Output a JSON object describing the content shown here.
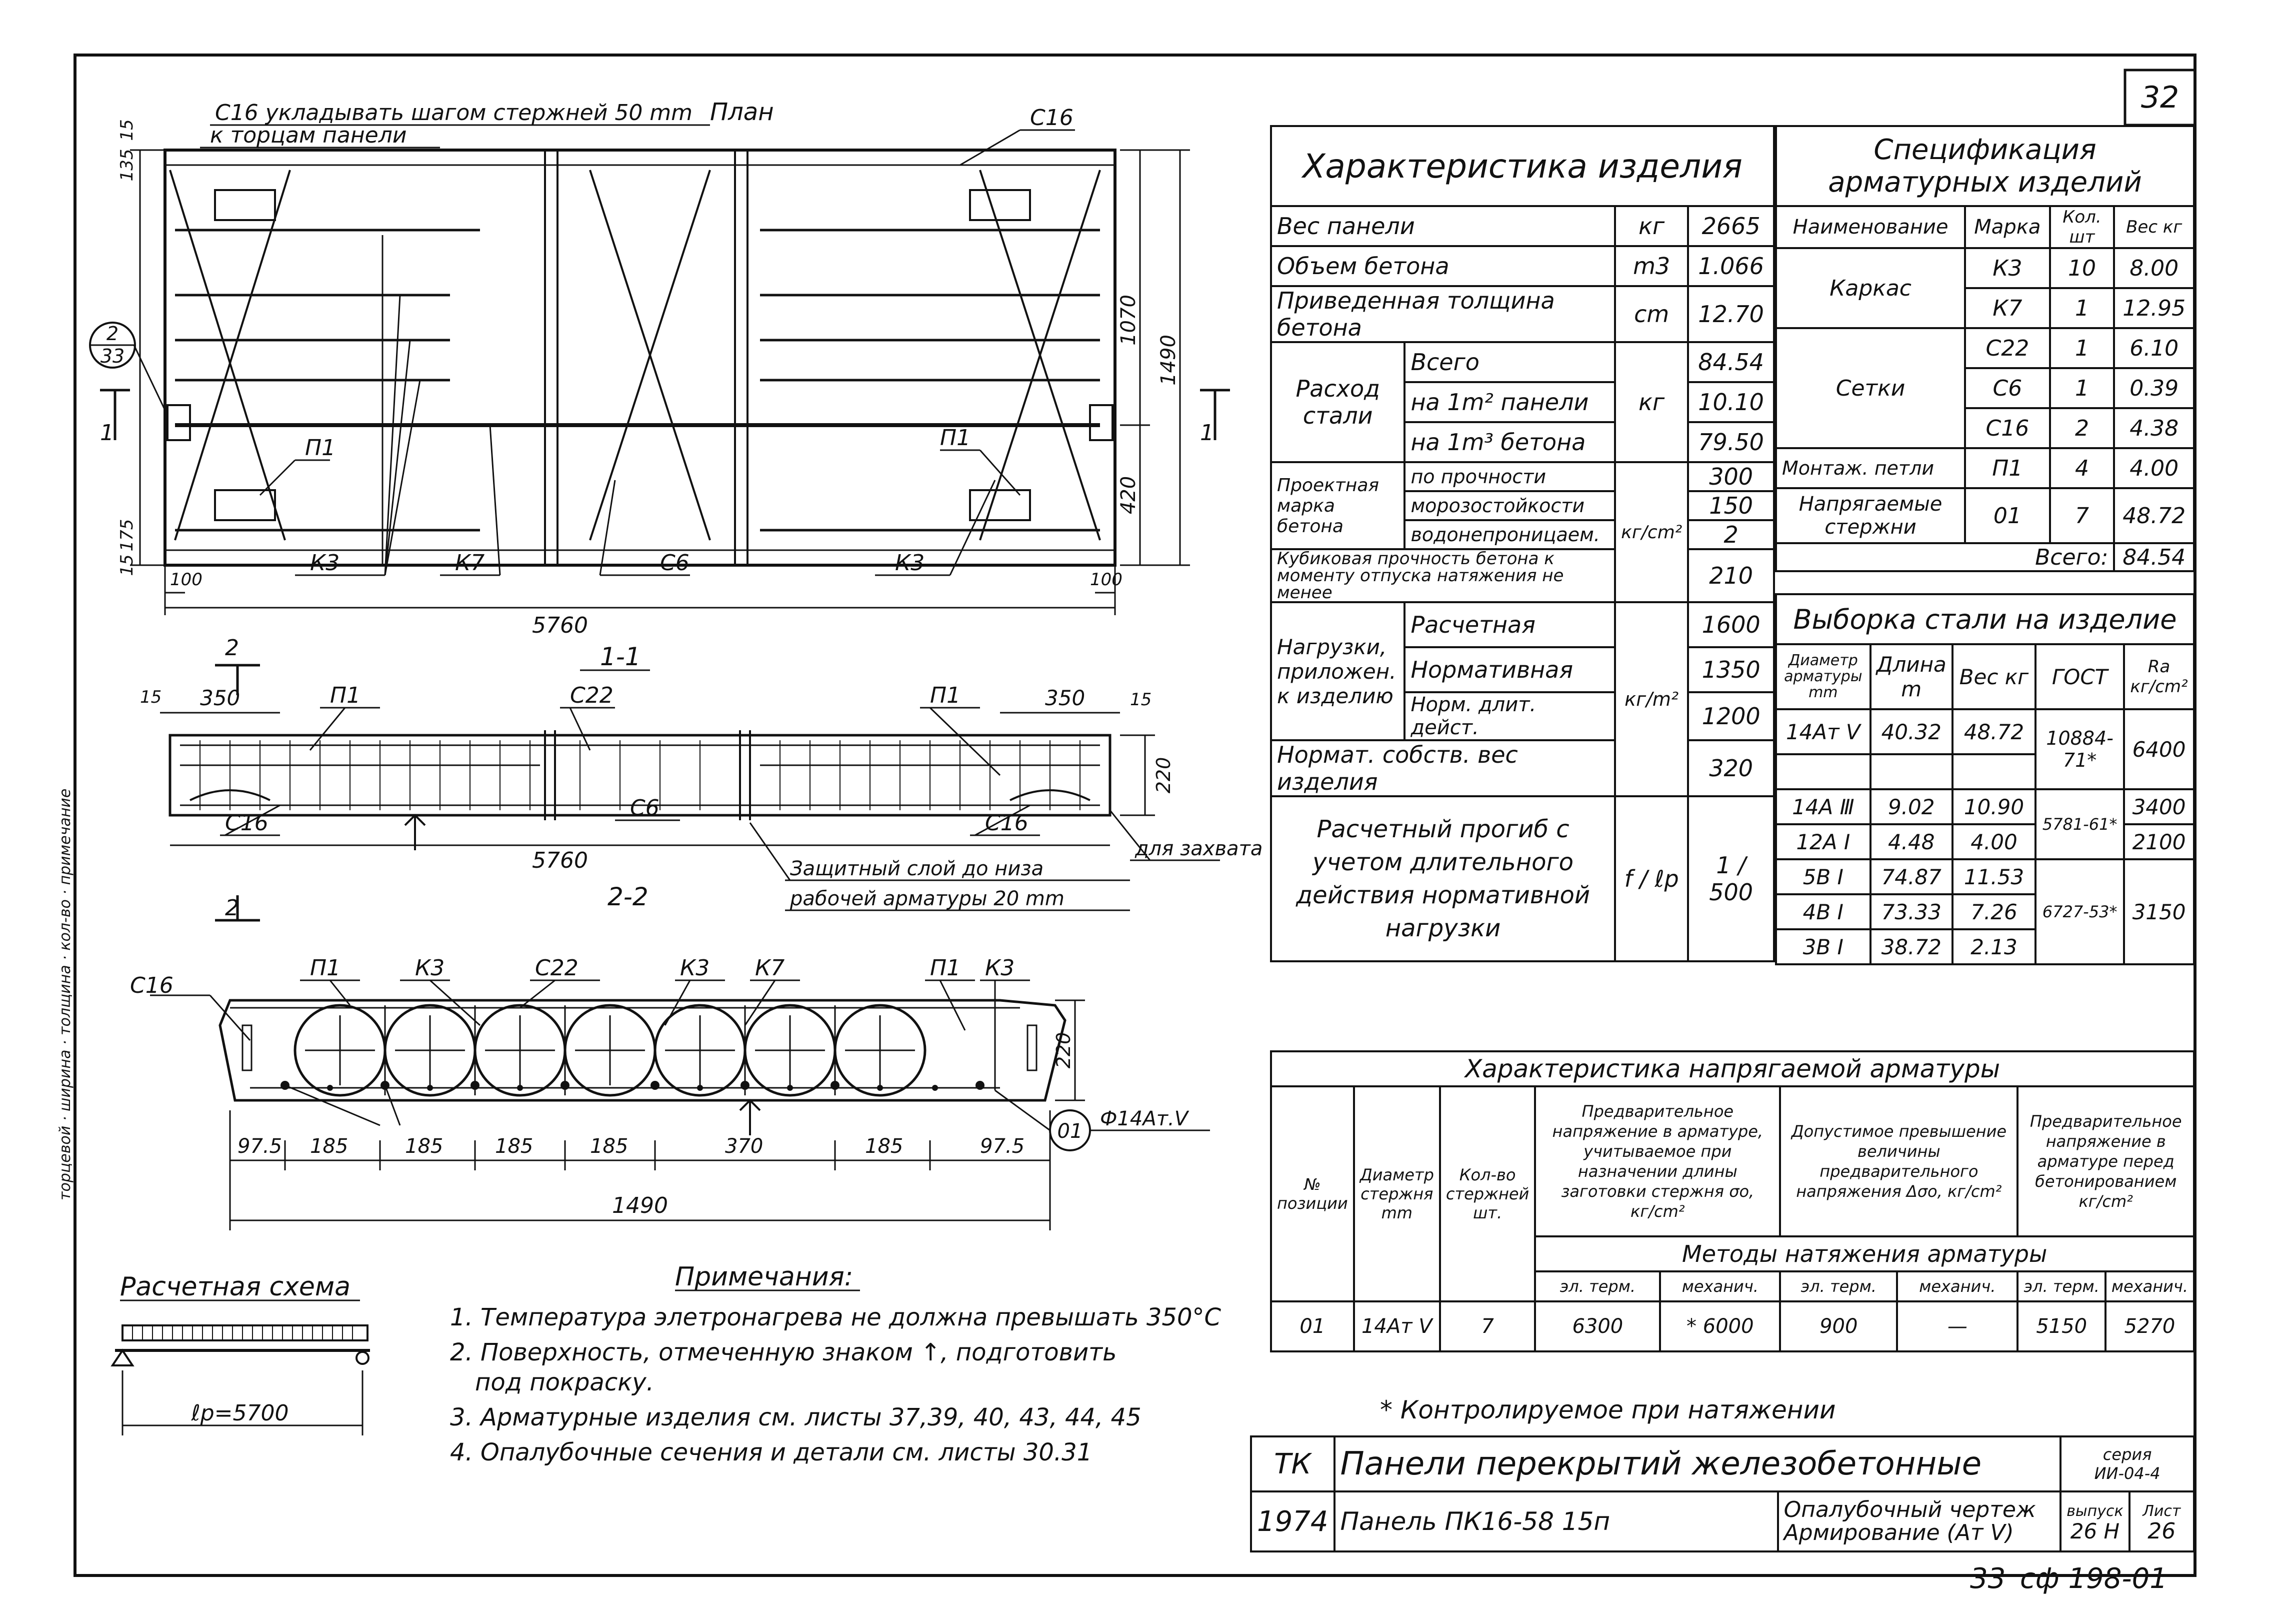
{
  "sheet_number": "32",
  "footer_numbers": {
    "left": "33",
    "right": "сф 198-01"
  },
  "plan": {
    "note_top": "С16 укладывать шагом стержней 50 mm",
    "note_top2": "к торцам панели",
    "title": "План",
    "labels": {
      "c16_top": "С16",
      "p1_left": "П1",
      "p1_right": "П1",
      "k3_left": "К3",
      "k7": "К7",
      "c6": "С6",
      "k3_right": "К3"
    },
    "dims": {
      "length": "5760",
      "h1": "1070",
      "h2": "1490",
      "h3": "420",
      "left1": "135",
      "left2": "15",
      "left3": "175",
      "left4": "15",
      "e1": "100",
      "e2": "100"
    },
    "callout": {
      "top": "2",
      "bottom": "33"
    },
    "section_marks": {
      "left": "1",
      "right": "1"
    }
  },
  "section11": {
    "title": "1-1",
    "labels": {
      "p1_left": "П1",
      "c22": "С22",
      "p1_right": "П1",
      "c16_left": "С16",
      "c6": "С6",
      "c16_right": "С16"
    },
    "dims": {
      "left350": "350",
      "left15": "15",
      "right350": "350",
      "right15": "15",
      "height": "220",
      "length": "5760"
    },
    "section_mark_top": "2",
    "section_mark_bottom": "2",
    "note_grip": "для захвата",
    "note_cover": "Защитный слой до низа",
    "note_cover2": "рабочей арматуры 20 mm"
  },
  "section22": {
    "title": "2-2",
    "labels": {
      "c16": "С16",
      "p1_left": "П1",
      "k3_a": "К3",
      "c22": "С22",
      "k3_b": "К3",
      "k7": "К7",
      "p1_right": "П1",
      "k3_c": "К3"
    },
    "dims": [
      "97.5",
      "185",
      "185",
      "185",
      "185",
      "370",
      "185",
      "97.5"
    ],
    "total": "1490",
    "height": "220",
    "rebar_tag": "01",
    "rebar_text": "Ф14Ат.Ⅴ"
  },
  "scheme": {
    "title": "Расчетная схема",
    "span": "ℓр=5700"
  },
  "notes": {
    "title": "Примечания:",
    "items": [
      "1. Температура элетронагрева не должна превышать 350°С",
      "2. Поверхность, отмеченную знаком ↑, подготовить",
      "под покраску.",
      "3. Арматурные изделия см. листы 37,39, 40, 43, 44, 45",
      "4. Опалубочные сечения и детали см. листы 30.31"
    ]
  },
  "characteristics": {
    "title": "Характеристика изделия",
    "rows": {
      "weight": {
        "label": "Вес панели",
        "unit": "кг",
        "value": "2665"
      },
      "volume": {
        "label": "Объем бетона",
        "unit": "m3",
        "value": "1.066"
      },
      "thickness": {
        "label": "Приведенная толщина бетона",
        "unit": "cm",
        "value": "12.70"
      },
      "steel_label": "Расход стали",
      "steel_unit": "кг",
      "steel_total": {
        "label": "Всего",
        "value": "84.54"
      },
      "steel_m2": {
        "label": "на 1m² панели",
        "value": "10.10"
      },
      "steel_m3": {
        "label": "на 1m³ бетона",
        "value": "79.50"
      },
      "grade_label": "Проектная марка бетона",
      "grade_strength": {
        "label": "по прочности",
        "value": "300"
      },
      "grade_frost": {
        "label": "морозостойкости",
        "value": "150"
      },
      "grade_water": {
        "label": "водонепроницаем.",
        "value": "2"
      },
      "grade_unit": "кг/cm²",
      "cube": {
        "label": "Кубиковая прочность бетона к моменту отпуска натяжения не менее",
        "value": "210"
      },
      "loads_label": "Нагрузки, приложен. к изделию",
      "loads_unit": "кг/m²",
      "load_calc": {
        "label": "Расчетная",
        "value": "1600"
      },
      "load_norm": {
        "label": "Нормативная",
        "value": "1350"
      },
      "load_long": {
        "label": "Норм. длит. дейст.",
        "value": "1200"
      },
      "own_weight": {
        "label": "Нормат. собств. вес изделия",
        "value": "320"
      },
      "deflection": {
        "label": "Расчетный прогиб с учетом длительного действия нормативной нагрузки",
        "symbol": "f / ℓp",
        "value": "1 / 500"
      }
    }
  },
  "specification": {
    "title": "Спецификация арматурных изделий",
    "headers": [
      "Наименование",
      "Марка",
      "Кол. шт",
      "Вес кг"
    ],
    "groups": [
      {
        "name": "Каркас",
        "rows": [
          [
            "К3",
            "10",
            "8.00"
          ],
          [
            "К7",
            "1",
            "12.95"
          ]
        ]
      },
      {
        "name": "Сетки",
        "rows": [
          [
            "С22",
            "1",
            "6.10"
          ],
          [
            "С6",
            "1",
            "0.39"
          ],
          [
            "С16",
            "2",
            "4.38"
          ]
        ]
      },
      {
        "name": "Монтаж. петли",
        "rows": [
          [
            "П1",
            "4",
            "4.00"
          ]
        ]
      },
      {
        "name": "Напрягаемые стержни",
        "rows": [
          [
            "01",
            "7",
            "48.72"
          ]
        ]
      }
    ],
    "total_label": "Всего:",
    "total_value": "84.54"
  },
  "steel_selection": {
    "title": "Выборка стали на изделие",
    "headers": [
      "Диаметр арматуры mm",
      "Длина m",
      "Вес кг",
      "ГОСТ",
      "Ra кг/cm²"
    ],
    "rows": [
      [
        "14Ат Ⅴ",
        "40.32",
        "48.72",
        "10884-71*",
        "6400"
      ],
      [
        "14А Ⅲ",
        "9.02",
        "10.90",
        "5781-61*",
        "3400"
      ],
      [
        "12А Ⅰ",
        "4.48",
        "4.00",
        "",
        "2100"
      ],
      [
        "5В Ⅰ",
        "74.87",
        "11.53",
        "6727-53*",
        "3150"
      ],
      [
        "4В Ⅰ",
        "73.33",
        "7.26",
        "",
        ""
      ],
      [
        "3В Ⅰ",
        "38.72",
        "2.13",
        "",
        ""
      ]
    ]
  },
  "prestress": {
    "title": "Характеристика напрягаемой арматуры",
    "headers": {
      "pos": "№ позиции",
      "diam": "Диаметр стержня mm",
      "qty": "Кол-во стержней шт.",
      "sigma": "Предварительное напряжение в арматуре, учитываемое при назначении длины заготовки стержня σо, кг/cm²",
      "delta": "Допустимое превышение величины предварительного напряжения Δσо, кг/cm²",
      "before": "Предварительное напряжение в арматуре перед бетонированием кг/cm²",
      "methods": "Методы натяжения арматуры",
      "m_el": "эл. терм.",
      "m_mech": "механич."
    },
    "row": [
      "01",
      "14Ат Ⅴ",
      "7",
      "6300",
      "* 6000",
      "900",
      "—",
      "5150",
      "5270"
    ],
    "footnote": "* Контролируемое при натяжении"
  },
  "title_block": {
    "org": "ТК",
    "year": "1974",
    "title": "Панели перекрытий железобетонные",
    "panel": "Панель ПК16-58 15п",
    "drawing": "Опалубочный чертеж",
    "drawing2": "Армирование (Ат Ⅴ)",
    "series_label": "серия",
    "series": "ИИ-04-4",
    "issue_label": "выпуск",
    "issue": "26 Н",
    "sheet_label": "Лист",
    "sheet": "26"
  },
  "side_stamp": "торцевой · ширина · толщина · кол-во · примечание"
}
